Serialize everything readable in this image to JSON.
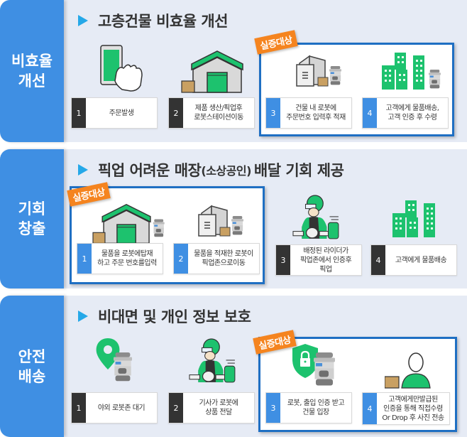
{
  "colors": {
    "side_blue": "#3f8fe3",
    "panel_bg": "#e6ebf5",
    "accent_green": "#1dc26e",
    "highlight_border": "#1f6fc3",
    "tag_orange": "#f5841f",
    "step_dark": "#333333",
    "step_blue": "#3f8fe3",
    "title_arrow": "#25a8e8"
  },
  "tag_label": "실증대상",
  "sections": [
    {
      "side_label": "비효율\n개선",
      "title": "고층건물 비효율 개선",
      "steps": [
        {
          "num": "1",
          "text": "주문발생",
          "icon": "smartphone-tap-icon"
        },
        {
          "num": "2",
          "text": "제품 생산/픽업후\n로봇스테이션이동",
          "icon": "warehouse-icon"
        },
        {
          "num": "3",
          "text": "건물 내 로봇에\n주문번호 입력후 적재",
          "icon": "building-robot-icon"
        },
        {
          "num": "4",
          "text": "고객에게 물품배송,\n고객 인증 후 수령",
          "icon": "city-robot-icon"
        }
      ]
    },
    {
      "side_label": "기회\n창출",
      "title_main": "픽업 어려운 매장",
      "title_paren": "(소상공인)",
      "title_rest": "배달 기회 제공",
      "steps": [
        {
          "num": "1",
          "text": "물품을 로봇에탑재\n하고 주문 번호를입력",
          "icon": "warehouse-robot-icon"
        },
        {
          "num": "2",
          "text": "물품을 적재한 로봇이\n픽업존으로이동",
          "icon": "building-robot-icon"
        },
        {
          "num": "3",
          "text": "배정된 라이더가\n픽업존에서 인증후\n픽업",
          "icon": "rider-icon"
        },
        {
          "num": "4",
          "text": "고객에게 물품배송",
          "icon": "city-icon"
        }
      ]
    },
    {
      "side_label": "안전\n배송",
      "title": "비대면 및 개인 정보 보호",
      "steps": [
        {
          "num": "1",
          "text": "야외 로봇존 대기",
          "icon": "location-robot-icon"
        },
        {
          "num": "2",
          "text": "기사가 로봇에\n상품 전달",
          "icon": "rider-icon"
        },
        {
          "num": "3",
          "text": "로봇, 출입 인증 받고\n건물 입장",
          "icon": "shield-lock-robot-icon"
        },
        {
          "num": "4",
          "text": "고객에게만발급된\n인증을 통해 직접수령\nOr Drop 후 사진 전송",
          "icon": "person-package-icon"
        }
      ]
    }
  ]
}
